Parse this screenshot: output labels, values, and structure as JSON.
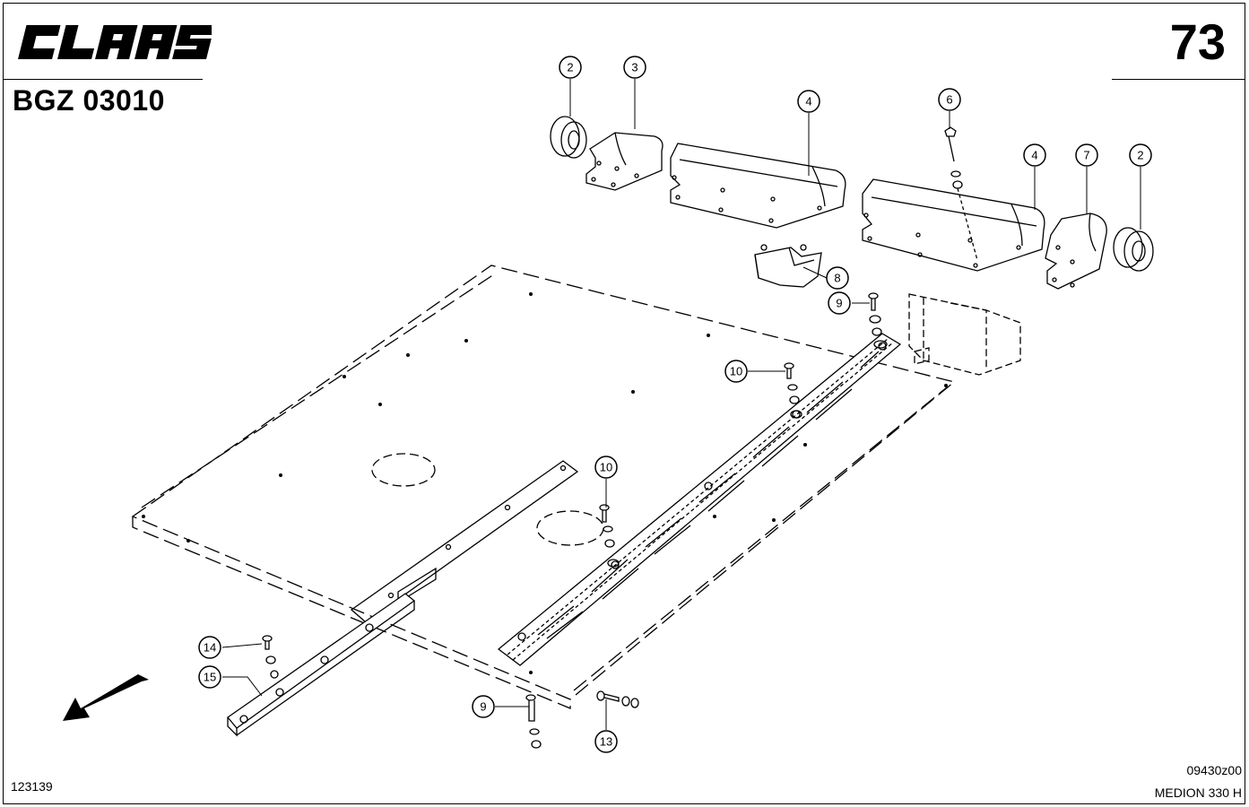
{
  "header": {
    "brand": "CLAAS",
    "doc_code": "BGZ 03010",
    "page_number": "73"
  },
  "footer": {
    "left_code": "123139",
    "ref_code": "09430z00",
    "model": "MEDION 330 H"
  },
  "callouts": [
    "2",
    "3",
    "4",
    "6",
    "4",
    "7",
    "2",
    "8",
    "9",
    "10",
    "10",
    "14",
    "15",
    "9",
    "13"
  ]
}
